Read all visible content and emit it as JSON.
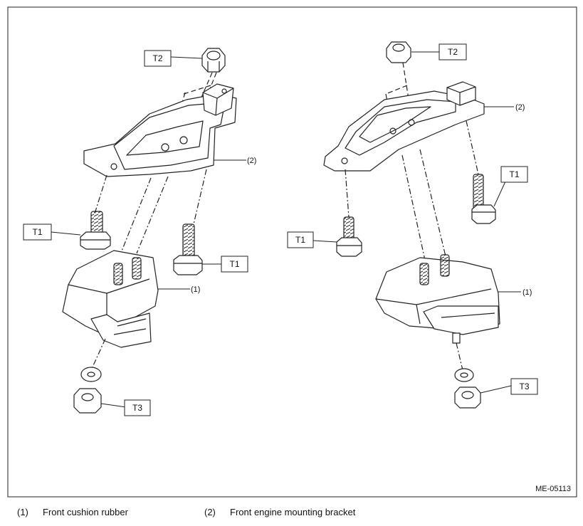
{
  "figure_id": "ME-05113",
  "left_view": {
    "tags": {
      "nut_top": "T2",
      "bolt_left": "T1",
      "bolt_right": "T1",
      "nut_bottom": "T3"
    },
    "callouts": {
      "bracket": "(2)",
      "cushion": "(1)"
    }
  },
  "right_view": {
    "tags": {
      "nut_top": "T2",
      "bolt_left": "T1",
      "bolt_right": "T1",
      "nut_bottom": "T3"
    },
    "callouts": {
      "bracket": "(2)",
      "cushion": "(1)"
    }
  },
  "legend": [
    {
      "num": "(1)",
      "text": "Front cushion rubber"
    },
    {
      "num": "(2)",
      "text": "Front engine mounting bracket"
    }
  ]
}
